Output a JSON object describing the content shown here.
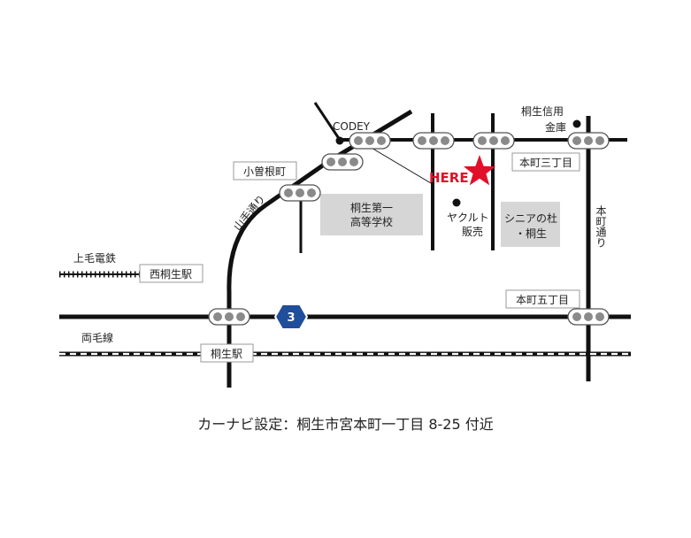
{
  "labels": {
    "codey": "CODEY",
    "kiryu_shinyo_line1": "桐生信用",
    "kiryu_shinyo_line2": "金庫",
    "honcho_3": "本町三丁目",
    "komonecho": "小曽根町",
    "yamate_dori": "山手通り",
    "here": "HERE",
    "kiryu_daiichi_line1": "桐生第一",
    "kiryu_daiichi_line2": "高等学校",
    "yakult_line1": "ヤクルト",
    "yakult_line2": "販売",
    "senior_line1": "シニアの杜",
    "senior_line2": "・桐生",
    "honcho_dori": "本町通り",
    "jomo_dentetsu": "上毛電鉄",
    "nishi_kiryu_eki": "西桐生駅",
    "honcho_5": "本町五丁目",
    "route_number": "3",
    "ryomo_line": "両毛線",
    "kiryu_eki": "桐生駅"
  },
  "car_navi": "カーナビ設定：桐生市宮本町一丁目 8-25 付近",
  "icons": {
    "traffic_light": "traffic-light-icon",
    "star": "star-icon",
    "route_shield": "route-shield-icon",
    "poi_dot": "location-dot-icon"
  },
  "colors": {
    "road": "#111111",
    "here": "#e0102a",
    "route_shield": "#1f4e9a",
    "building": "#d6d6d6"
  }
}
